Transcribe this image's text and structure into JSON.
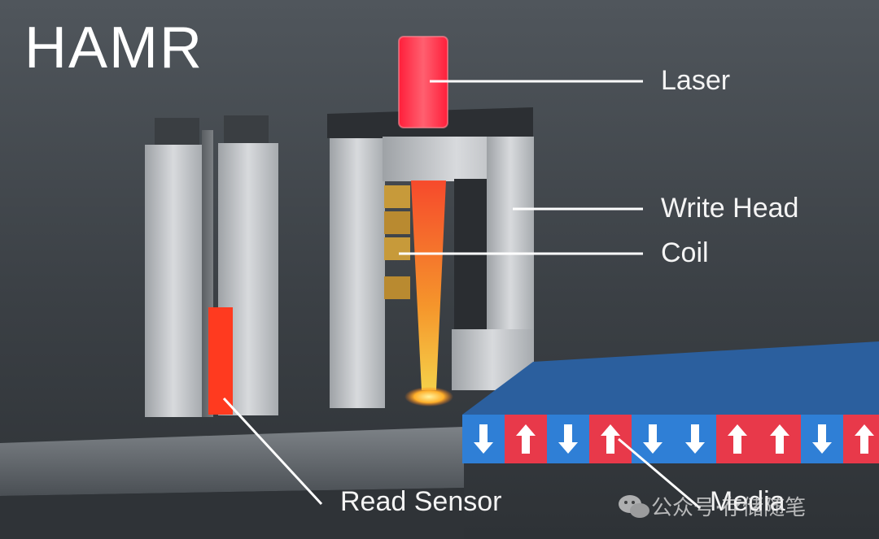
{
  "title": "HAMR",
  "labels": {
    "laser": "Laser",
    "write_head": "Write Head",
    "coil": "Coil",
    "read_sensor": "Read Sensor",
    "media": "Media"
  },
  "watermark": "公众号·存储随笔",
  "media_bits": [
    "down",
    "up",
    "down",
    "up",
    "down",
    "down",
    "up",
    "up",
    "down",
    "up"
  ],
  "colors": {
    "background": "#3d4247",
    "laser": "#ff2b3a",
    "media_blue": "#2f7fd6",
    "media_red": "#e8394a",
    "metal": "#c9ccd0",
    "coil": "#c79a3a",
    "read_sensor": "#ff3a1f"
  }
}
